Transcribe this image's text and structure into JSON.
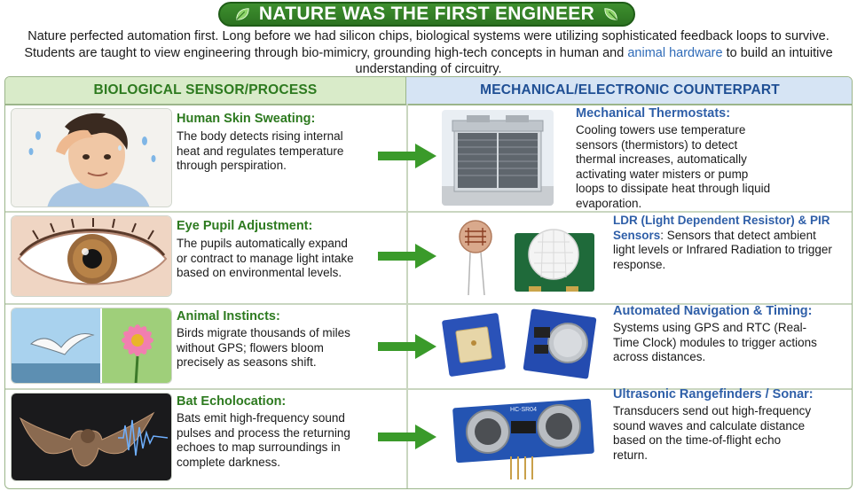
{
  "header": {
    "title": "NATURE WAS THE FIRST ENGINEER",
    "icon_left": "leaf-icon",
    "icon_right": "leaf-icon",
    "brand_color": "#2c7321"
  },
  "intro": {
    "part1": "Nature perfected automation first. Long before we had silicon chips, biological systems were utilizing sophisticated feedback loops to survive. Students are taught to view engineering through bio-mimicry, grounding high-tech concepts in human and ",
    "accent": "animal hardware",
    "part2": " to build an intuitive understanding of circuitry."
  },
  "columns": {
    "left": "BIOLOGICAL SENSOR/PROCESS",
    "right": "MECHANICAL/ELECTRONIC COUNTERPART"
  },
  "rows": [
    {
      "bio_title": "Human Skin Sweating:",
      "bio_desc": "The body detects rising internal heat and regulates temperature through perspiration.",
      "mech_title": "Mechanical Thermostats:",
      "mech_desc": "Cooling towers use temperature sensors (thermistors) to detect thermal increases, automatically activating water misters or pump loops to dissipate heat through liquid evaporation."
    },
    {
      "bio_title": "Eye Pupil Adjustment:",
      "bio_desc": "The pupils automatically expand or contract to manage light intake based on environmental levels.",
      "mech_title": "LDR (Light Dependent Resistor) & PIR Sensors",
      "mech_desc": ": Sensors that detect ambient light levels or Infrared Radiation to trigger response."
    },
    {
      "bio_title": "Animal Instincts:",
      "bio_desc": "Birds migrate thousands of miles without GPS; flowers bloom precisely as seasons shift.",
      "mech_title": "Automated Navigation & Timing:",
      "mech_desc": "Systems using GPS and RTC (Real-Time Clock) modules to trigger actions across distances."
    },
    {
      "bio_title": "Bat Echolocation:",
      "bio_desc": "Bats emit high-frequency sound pulses and process the returning echoes to map surroundings in complete darkness.",
      "mech_title": "Ultrasonic Rangefinders / Sonar:",
      "mech_desc": "Transducers send out high-frequency sound waves and calculate distance based on the time-of-flight echo return."
    }
  ],
  "sensor_labels": {
    "ultrasonic": "HC-SR04"
  },
  "colors": {
    "bio_header_bg": "#d9ebc9",
    "bio_title": "#2d7a1f",
    "mech_header_bg": "#d6e4f4",
    "mech_title": "#2f5fa8",
    "arrow": "#3a9a2a"
  }
}
